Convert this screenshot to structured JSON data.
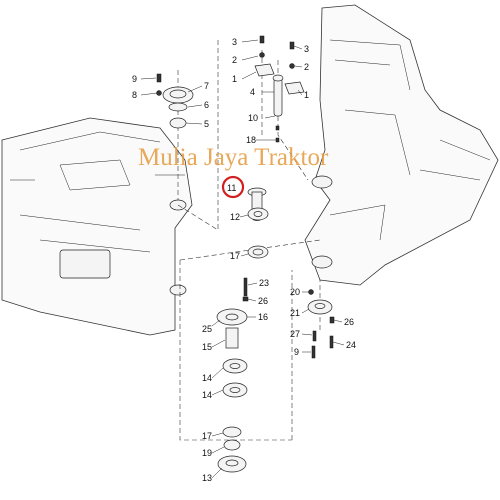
{
  "watermark": "Mulia Jaya Traktor",
  "highlight_color": "#d21f1f",
  "watermark_color": "#e59a3c",
  "callouts": {
    "c1": "3",
    "c2": "2",
    "c3": "1",
    "c4": "3",
    "c5": "2",
    "c6": "1",
    "c7": "4",
    "c8": "10",
    "c9": "18",
    "c10": "9",
    "c11": "8",
    "c12": "7",
    "c13": "6",
    "c14": "5",
    "c15": "11",
    "c16": "12",
    "c17": "17",
    "c18": "23",
    "c19": "26",
    "c20": "16",
    "c21": "25",
    "c22": "15",
    "c23": "14",
    "c24": "14",
    "c25": "17",
    "c26": "19",
    "c27": "13",
    "c28": "20",
    "c29": "21",
    "c30": "26",
    "c31": "27",
    "c32": "24",
    "c33": "9"
  }
}
